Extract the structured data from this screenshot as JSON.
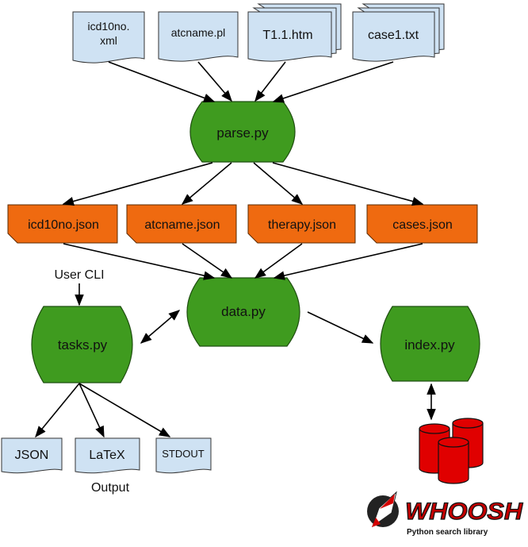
{
  "colors": {
    "document": "#cfe2f3",
    "process": "#3f9b1f",
    "data_file": "#ef6a10",
    "database": "#e00000"
  },
  "inputs": {
    "icd10no_xml_line1": "icd10no.",
    "icd10no_xml_line2": "xml",
    "atcname_pl": "atcname.pl",
    "t11_htm": "T1.1.htm",
    "case1_txt": "case1.txt"
  },
  "processes": {
    "parse": "parse.py",
    "data": "data.py",
    "tasks": "tasks.py",
    "index": "index.py"
  },
  "json_files": {
    "icd10no": "icd10no.json",
    "atcname": "atcname.json",
    "therapy": "therapy.json",
    "cases": "cases.json"
  },
  "labels": {
    "user_cli": "User CLI",
    "output": "Output"
  },
  "outputs": {
    "json": "JSON",
    "latex": "LaTeX",
    "stdout": "STDOUT"
  },
  "whoosh": {
    "logo_text": "WHOOSH",
    "tagline": "Python search library",
    "logo_icon": "rocket-icon",
    "db_icon": "database-cylinders-icon"
  }
}
